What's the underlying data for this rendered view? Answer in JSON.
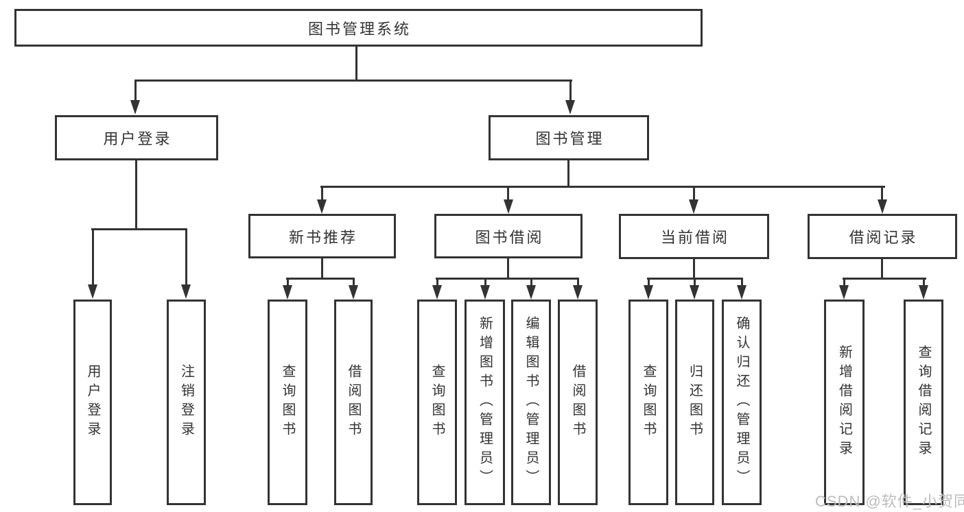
{
  "nodes": {
    "root": "图书管理系统",
    "user_login": "用户登录",
    "book_mgmt": "图书管理",
    "new_book_rec": "新书推荐",
    "book_borrow": "图书借阅",
    "current_borrow": "当前借阅",
    "borrow_records": "借阅记录",
    "login_leaf": "用户登录",
    "logout_leaf": "注销登录",
    "rec_query_books": "查询图书",
    "rec_borrow_books": "借阅图书",
    "bb_query_books": "查询图书",
    "bb_add_books": "新增图书（管理员）",
    "bb_edit_books": "编辑图书（管理员）",
    "bb_borrow_books": "借阅图书",
    "cb_query_books": "查询图书",
    "cb_return_books": "归还图书",
    "cb_confirm_return": "确认归还（管理员）",
    "br_add_record": "新增借阅记录",
    "br_query_record": "查询借阅记录"
  },
  "hierarchy": {
    "图书管理系统": [
      "用户登录",
      "图书管理"
    ],
    "用户登录": [
      "用户登录",
      "注销登录"
    ],
    "图书管理": [
      "新书推荐",
      "图书借阅",
      "当前借阅",
      "借阅记录"
    ],
    "新书推荐": [
      "查询图书",
      "借阅图书"
    ],
    "图书借阅": [
      "查询图书",
      "新增图书（管理员）",
      "编辑图书（管理员）",
      "借阅图书"
    ],
    "当前借阅": [
      "查询图书",
      "归还图书",
      "确认归还（管理员）"
    ],
    "借阅记录": [
      "新增借阅记录",
      "查询借阅记录"
    ]
  },
  "watermark": "CSDN @软件_小贺同学",
  "colors": {
    "line": "#333333",
    "box_border": "#333333",
    "text": "#333333",
    "watermark": "#bcbcbc",
    "background": "#ffffff"
  }
}
